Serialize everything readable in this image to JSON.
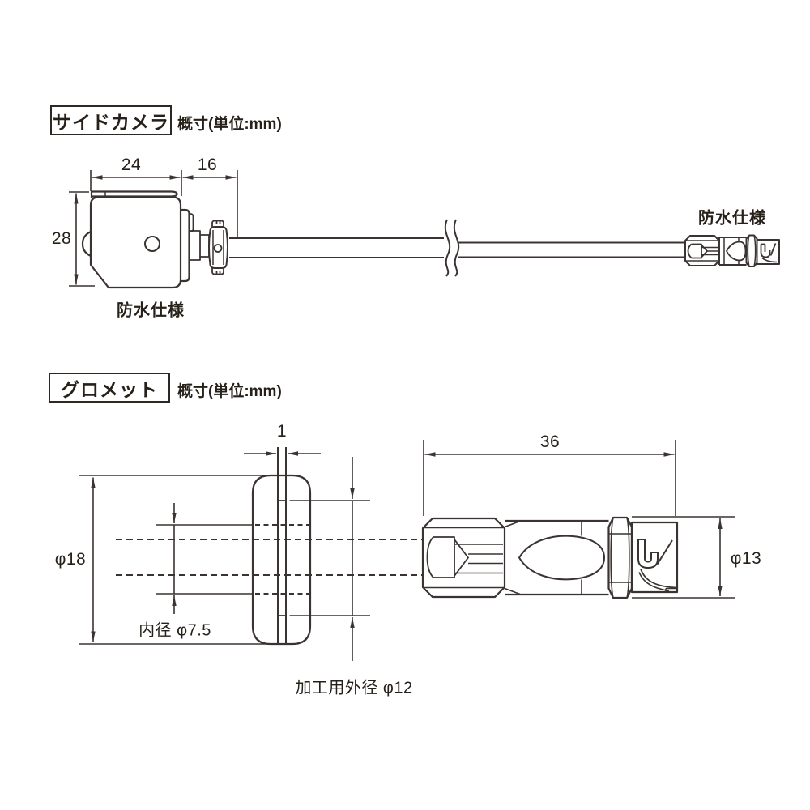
{
  "camera": {
    "title": "サイドカメラ",
    "note": "概寸(単位:mm)",
    "dim_width": "24",
    "dim_connector": "16",
    "dim_height": "28",
    "waterproof_camera": "防水仕様",
    "waterproof_connector": "防水仕様"
  },
  "grommet": {
    "title": "グロメット",
    "note": "概寸(単位:mm)",
    "dim_groove_width": "1",
    "dim_outer": "φ18",
    "dim_inner": "内径 φ7.5",
    "dim_working": "加工用外径 φ12",
    "dim_length": "36",
    "dim_dia": "φ13"
  },
  "colors": {
    "line": "#3a3331",
    "text": "#262019"
  }
}
